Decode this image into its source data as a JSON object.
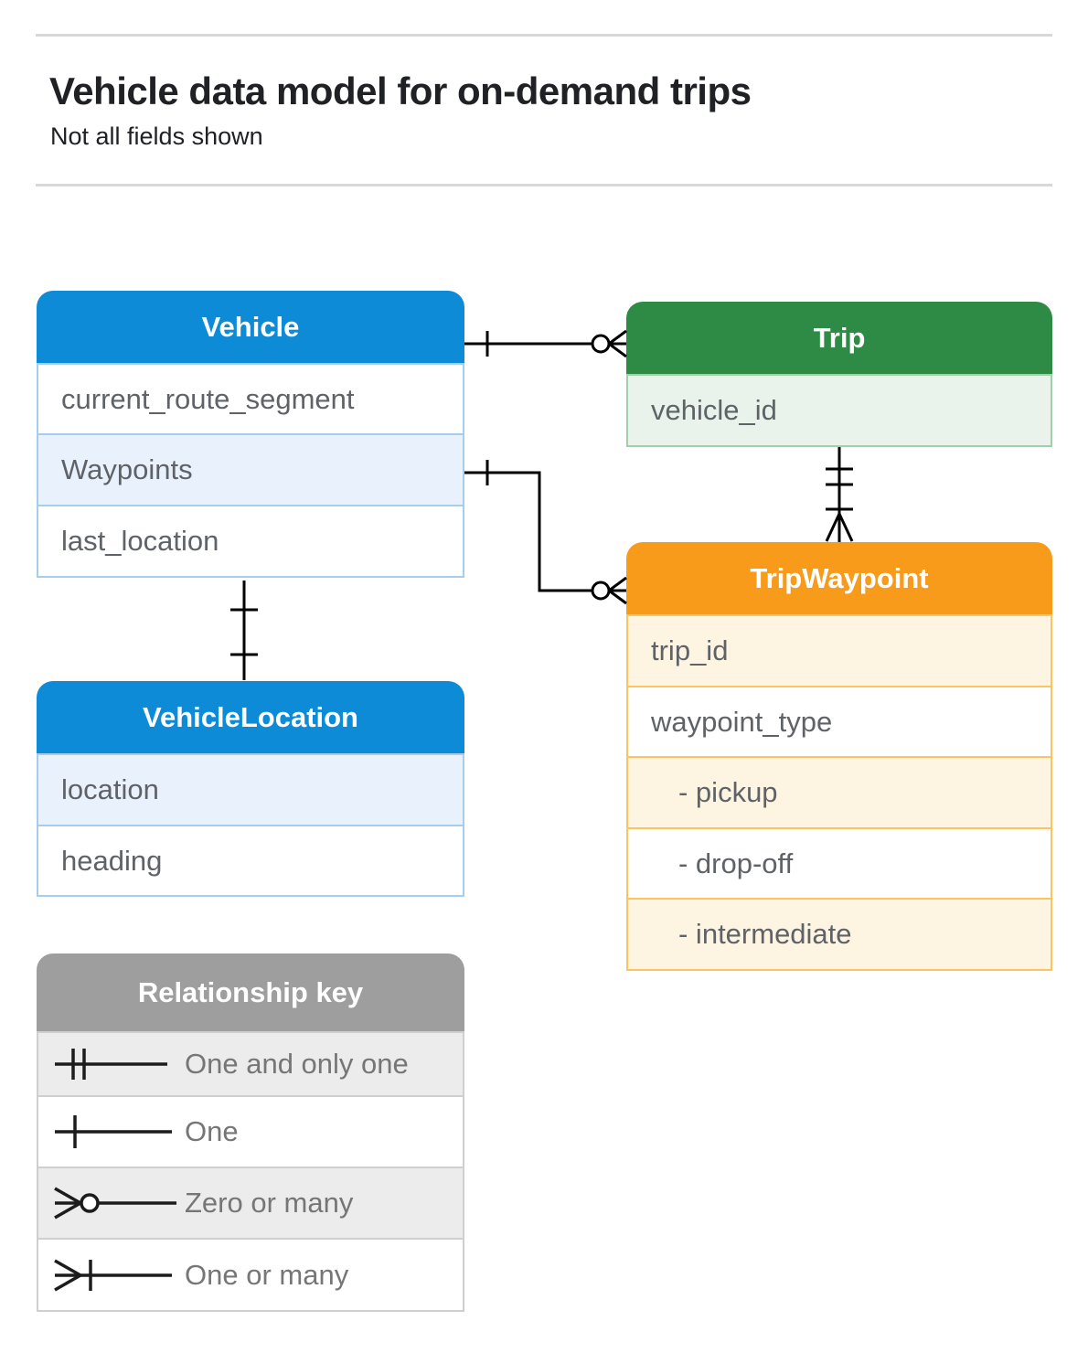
{
  "page": {
    "title": "Vehicle data model for on-demand trips",
    "subtitle": "Not all fields shown"
  },
  "colors": {
    "blue_header": "#0d8bd6",
    "blue_row": "#e8f1fc",
    "green_header": "#2e8b46",
    "green_row": "#e9f3eb",
    "orange_header": "#f89b1b",
    "orange_row": "#fdf4e2",
    "legend_header": "#9e9e9e",
    "legend_row": "#ececec",
    "field_text": "#5f6368",
    "line": "#000000"
  },
  "entities": [
    {
      "title": "Vehicle",
      "fields": [
        {
          "label": "current_route_segment"
        },
        {
          "label": "Waypoints"
        },
        {
          "label": "last_location"
        }
      ]
    },
    {
      "title": "Trip",
      "fields": [
        {
          "label": "vehicle_id"
        }
      ]
    },
    {
      "title": "TripWaypoint",
      "fields": [
        {
          "label": "trip_id"
        },
        {
          "label": "waypoint_type"
        },
        {
          "label": "- pickup"
        },
        {
          "label": "- drop-off"
        },
        {
          "label": "- intermediate"
        }
      ]
    },
    {
      "title": "VehicleLocation",
      "fields": [
        {
          "label": "location"
        },
        {
          "label": "heading"
        }
      ]
    }
  ],
  "legend": {
    "title": "Relationship key",
    "items": [
      {
        "symbol": "one-and-only-one",
        "label": "One and only one"
      },
      {
        "symbol": "one",
        "label": "One"
      },
      {
        "symbol": "zero-or-many",
        "label": "Zero or many"
      },
      {
        "symbol": "one-or-many",
        "label": "One or many"
      }
    ]
  },
  "relationships": [
    {
      "from": "Vehicle",
      "to": "Trip",
      "from_cardinality": "one",
      "to_cardinality": "zero-or-many"
    },
    {
      "from": "Vehicle.Waypoints",
      "to": "TripWaypoint",
      "from_cardinality": "one",
      "to_cardinality": "zero-or-many"
    },
    {
      "from": "Trip",
      "to": "TripWaypoint",
      "from_cardinality": "one-and-only-one",
      "to_cardinality": "one-or-many"
    },
    {
      "from": "Vehicle",
      "to": "VehicleLocation",
      "from_cardinality": "one",
      "to_cardinality": "one"
    }
  ]
}
